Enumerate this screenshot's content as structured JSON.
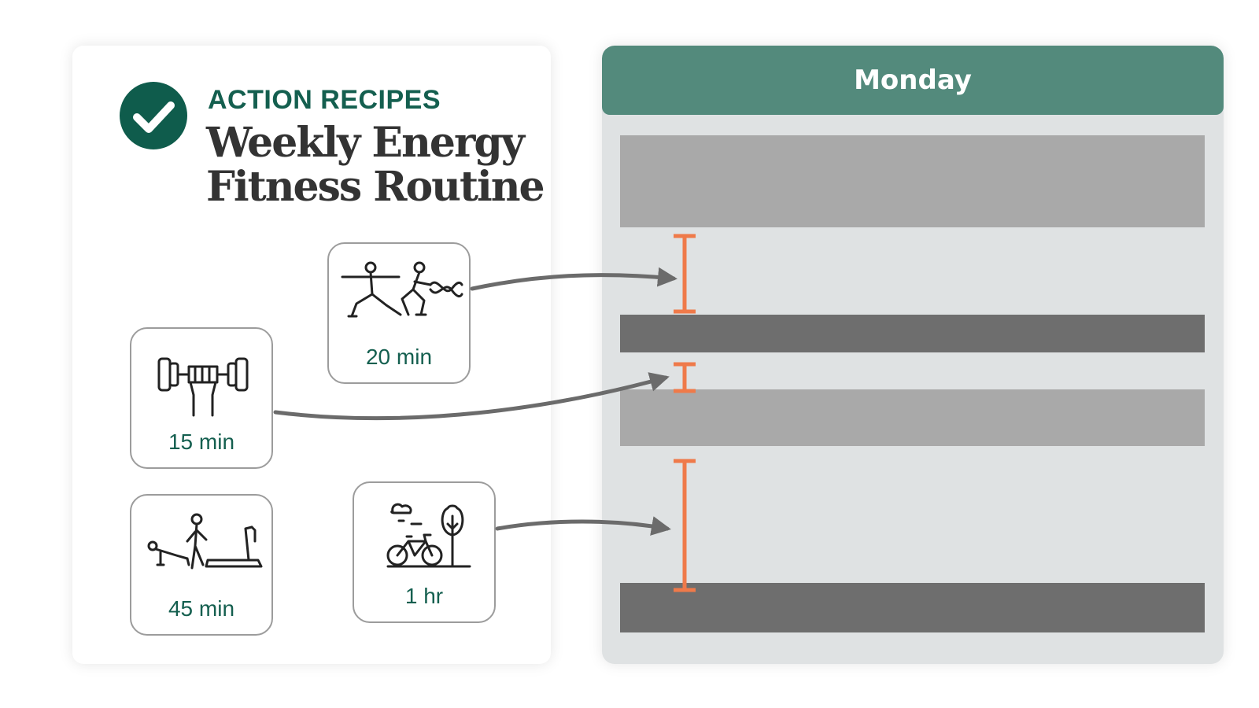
{
  "header": {
    "eyebrow": "ACTION RECIPES",
    "title_line1": "Weekly Energy",
    "title_line2": "Fitness Routine"
  },
  "schedule": {
    "day": "Monday"
  },
  "activities": [
    {
      "id": "stretch-cardio",
      "icon": "yoga-and-battle-rope-icon",
      "duration": "20 min"
    },
    {
      "id": "strength",
      "icon": "dumbbell-fist-icon",
      "duration": "15 min"
    },
    {
      "id": "gym",
      "icon": "pushup-treadmill-icon",
      "duration": "45 min"
    },
    {
      "id": "bike",
      "icon": "bicycle-park-icon",
      "duration": "1 hr"
    }
  ],
  "colors": {
    "brand_green": "#145f4f",
    "header_green": "#538a7c",
    "gap_marker": "#ef7a4a",
    "arrow": "#6b6b6b",
    "busy_light": "#a9a9a9",
    "busy_dark": "#6e6e6e"
  }
}
